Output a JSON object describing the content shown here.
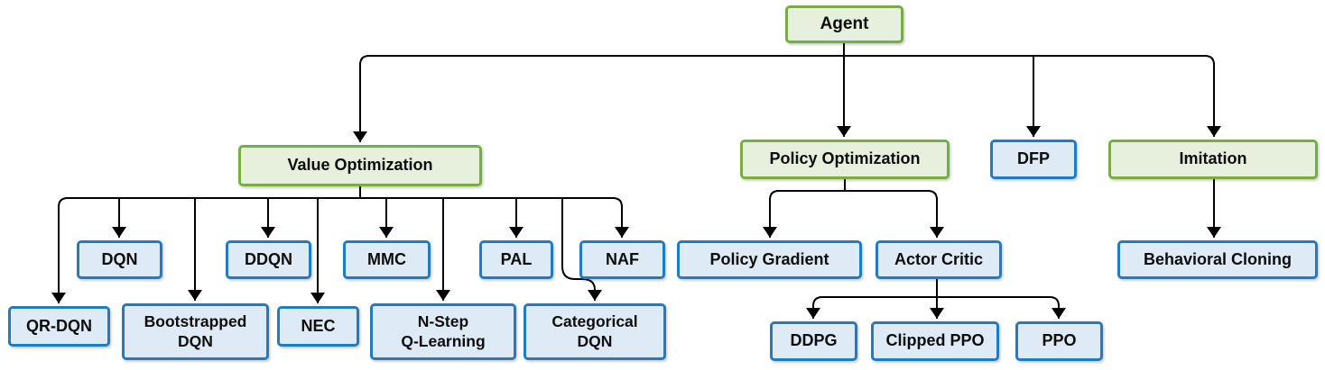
{
  "diagram": {
    "nodes": {
      "agent": {
        "label": "Agent",
        "type": "category"
      },
      "value_optimization": {
        "label": "Value Optimization",
        "type": "category"
      },
      "policy_optimization": {
        "label": "Policy Optimization",
        "type": "category"
      },
      "dfp": {
        "label": "DFP",
        "type": "algorithm"
      },
      "imitation": {
        "label": "Imitation",
        "type": "category"
      },
      "dqn": {
        "label": "DQN",
        "type": "algorithm"
      },
      "ddqn": {
        "label": "DDQN",
        "type": "algorithm"
      },
      "mmc": {
        "label": "MMC",
        "type": "algorithm"
      },
      "pal": {
        "label": "PAL",
        "type": "algorithm"
      },
      "naf": {
        "label": "NAF",
        "type": "algorithm"
      },
      "qr_dqn": {
        "label": "QR-DQN",
        "type": "algorithm"
      },
      "bootstrapped_dqn": {
        "label": "Bootstrapped\nDQN",
        "type": "algorithm"
      },
      "nec": {
        "label": "NEC",
        "type": "algorithm"
      },
      "n_step_q_learning": {
        "label": "N-Step\nQ-Learning",
        "type": "algorithm"
      },
      "categorical_dqn": {
        "label": "Categorical\nDQN",
        "type": "algorithm"
      },
      "policy_gradient": {
        "label": "Policy Gradient",
        "type": "algorithm"
      },
      "actor_critic": {
        "label": "Actor Critic",
        "type": "algorithm"
      },
      "ddpg": {
        "label": "DDPG",
        "type": "algorithm"
      },
      "clipped_ppo": {
        "label": "Clipped PPO",
        "type": "algorithm"
      },
      "ppo": {
        "label": "PPO",
        "type": "algorithm"
      },
      "behavioral_cloning": {
        "label": "Behavioral Cloning",
        "type": "algorithm"
      }
    },
    "edges": [
      {
        "from": "agent",
        "to": "value_optimization"
      },
      {
        "from": "agent",
        "to": "policy_optimization"
      },
      {
        "from": "agent",
        "to": "dfp"
      },
      {
        "from": "agent",
        "to": "imitation"
      },
      {
        "from": "value_optimization",
        "to": "qr_dqn"
      },
      {
        "from": "value_optimization",
        "to": "dqn"
      },
      {
        "from": "value_optimization",
        "to": "bootstrapped_dqn"
      },
      {
        "from": "value_optimization",
        "to": "ddqn"
      },
      {
        "from": "value_optimization",
        "to": "nec"
      },
      {
        "from": "value_optimization",
        "to": "mmc"
      },
      {
        "from": "value_optimization",
        "to": "n_step_q_learning"
      },
      {
        "from": "value_optimization",
        "to": "pal"
      },
      {
        "from": "value_optimization",
        "to": "categorical_dqn"
      },
      {
        "from": "value_optimization",
        "to": "naf"
      },
      {
        "from": "policy_optimization",
        "to": "policy_gradient"
      },
      {
        "from": "policy_optimization",
        "to": "actor_critic"
      },
      {
        "from": "actor_critic",
        "to": "ddpg"
      },
      {
        "from": "actor_critic",
        "to": "clipped_ppo"
      },
      {
        "from": "actor_critic",
        "to": "ppo"
      },
      {
        "from": "imitation",
        "to": "behavioral_cloning"
      }
    ],
    "colors": {
      "category_fill": "#E6F0DC",
      "category_border": "#74AF43",
      "algorithm_fill": "#DEEAF6",
      "algorithm_border": "#1F7BC4",
      "connector": "#000000"
    }
  }
}
